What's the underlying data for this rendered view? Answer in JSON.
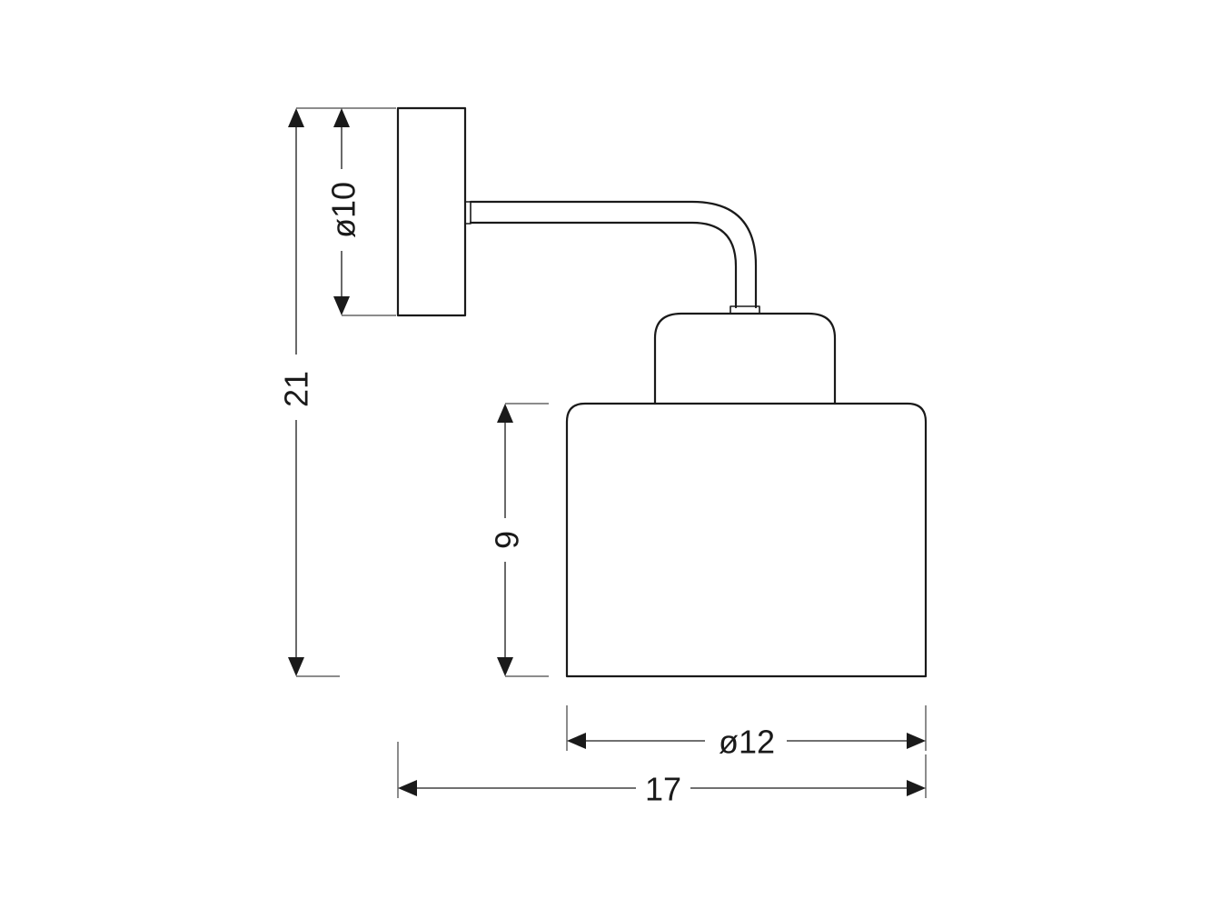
{
  "dimensions": {
    "total_height": "21",
    "plate_diameter": "ø10",
    "shade_height": "9",
    "shade_diameter": "ø12",
    "total_depth": "17"
  },
  "colors": {
    "line": "#1a1a1a",
    "background": "#ffffff"
  }
}
